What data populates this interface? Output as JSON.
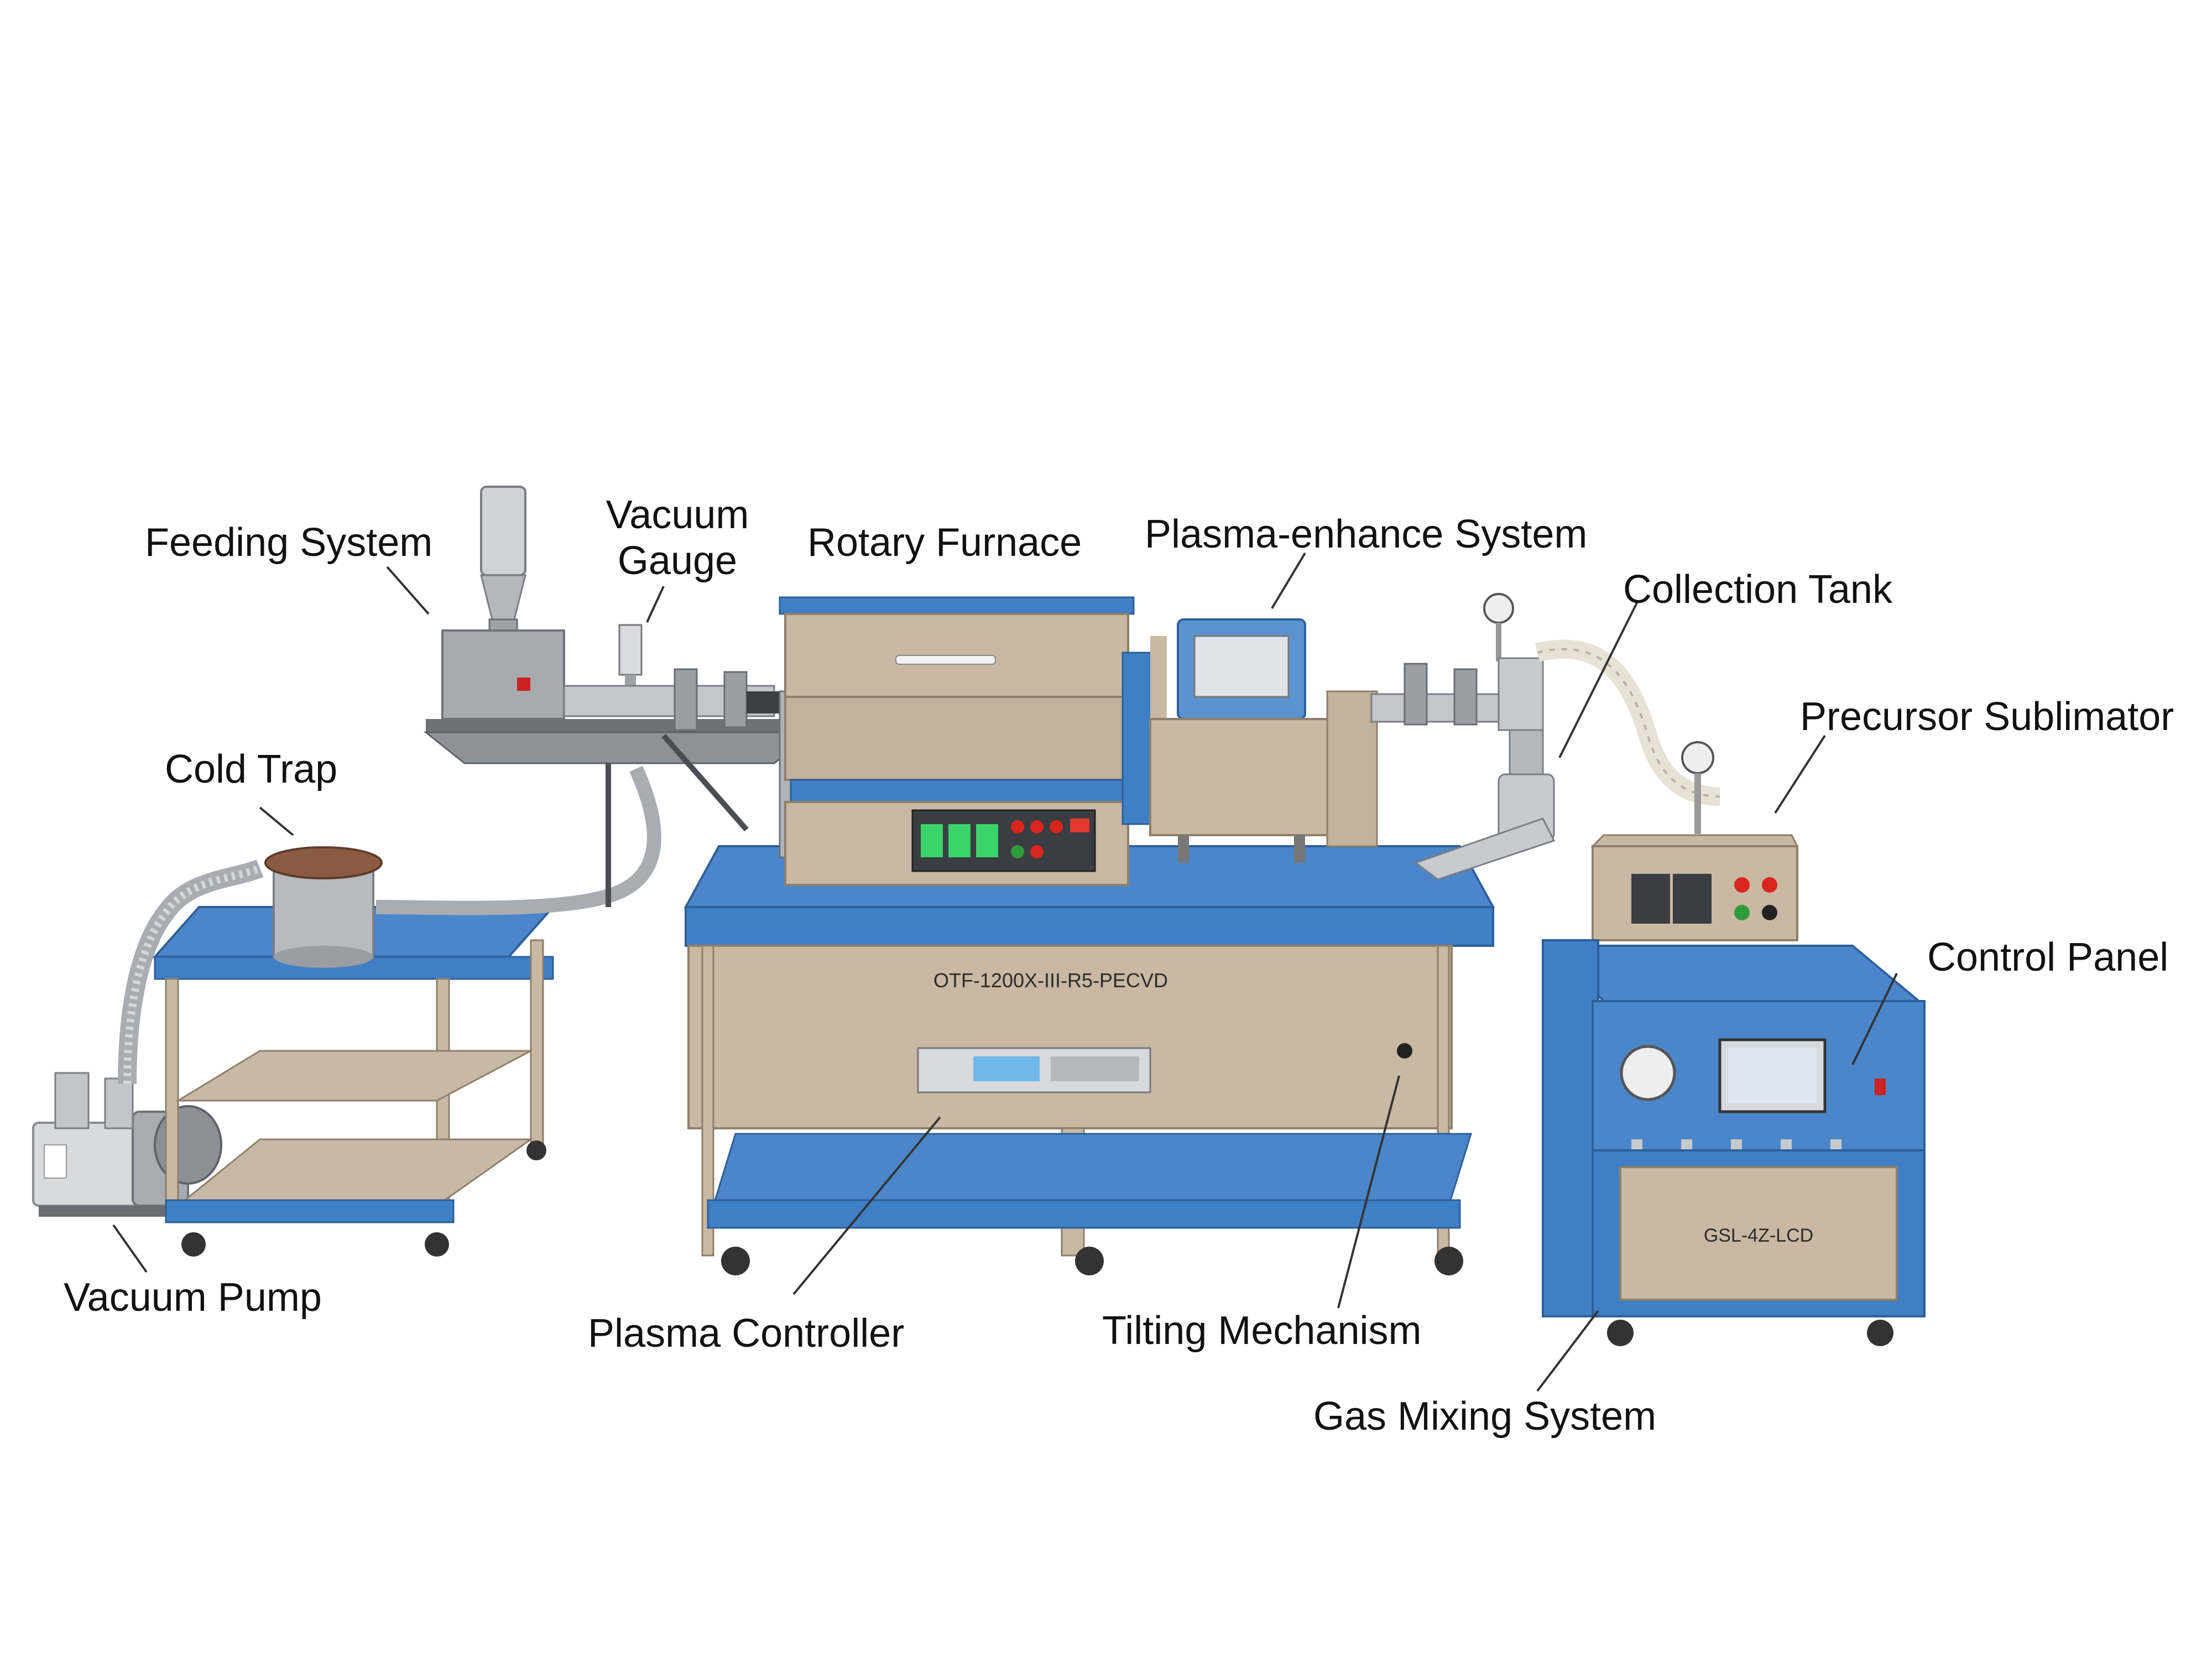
{
  "colors": {
    "frame_blue": "#3f7fc6",
    "panel_tan": "#c9b8a2",
    "steel": "#b9bcc0",
    "dark": "#2c2c2c",
    "background": "#ffffff"
  },
  "labels": {
    "feeding_system": "Feeding System",
    "vacuum_gauge_line1": "Vacuum",
    "vacuum_gauge_line2": "Gauge",
    "rotary_furnace": "Rotary Furnace",
    "plasma_enhance_system": "Plasma-enhance System",
    "collection_tank": "Collection Tank",
    "precursor_sublimator": "Precursor Sublimator",
    "cold_trap": "Cold Trap",
    "control_panel": "Control Panel",
    "vacuum_pump": "Vacuum Pump",
    "plasma_controller": "Plasma Controller",
    "tilting_mechanism": "Tilting Mechanism",
    "gas_mixing_system": "Gas Mixing System"
  },
  "nameplates": {
    "furnace_model": "OTF-1200X-III-R5-PECVD",
    "gas_model": "GSL-4Z-LCD"
  }
}
